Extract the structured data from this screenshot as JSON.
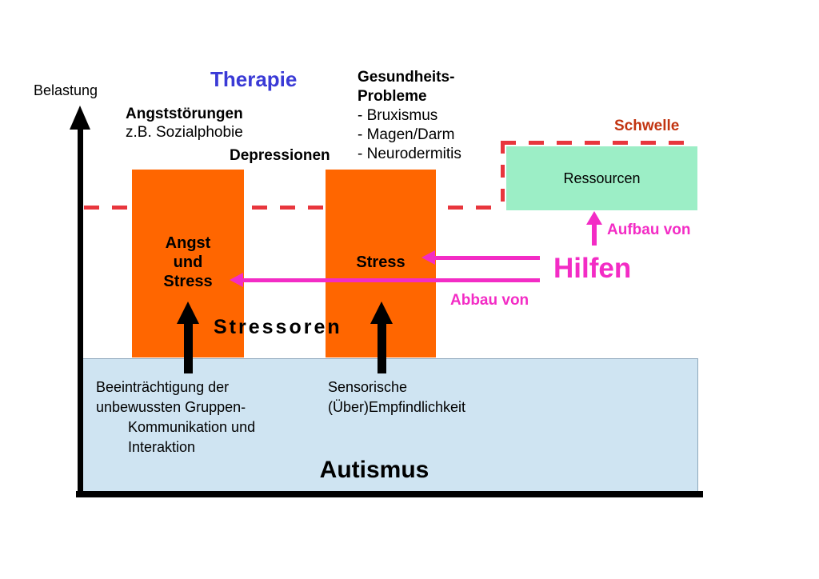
{
  "diagram": {
    "y_axis_label": "Belastung",
    "therapie_label": "Therapie",
    "anxiety": {
      "title": "Angststörungen",
      "subtitle": "z.B. Sozialphobie"
    },
    "depression_label": "Depressionen",
    "health": {
      "title_line1": "Gesundheits-",
      "title_line2": "Probleme",
      "items": [
        "- Bruxismus",
        "- Magen/Darm",
        "- Neurodermitis"
      ]
    },
    "threshold_label": "Schwelle",
    "resources_label": "Ressourcen",
    "aufbau_label": "Aufbau von",
    "hilfen_label": "Hilfen",
    "abbau_label": "Abbau von",
    "stressors_label": "Stressoren",
    "bar_angst": {
      "lines": [
        "Angst",
        "und",
        "Stress"
      ]
    },
    "bar_stress": {
      "label": "Stress"
    },
    "autism": {
      "title": "Autismus",
      "impairment_lines": [
        "Beeinträchtigung der",
        "unbewussten Gruppen-",
        "Kommunikation und",
        "Interaktion"
      ],
      "sensory_lines": [
        "Sensorische",
        "(Über)Empfindlichkeit"
      ]
    }
  },
  "colors": {
    "orange": "#FF6600",
    "mint": "#9CEEC6",
    "light_blue": "#CFE4F2",
    "magenta": "#F32CC5",
    "dash_red": "#E8363D",
    "schwelle_red": "#C23410",
    "therapie_blue": "#3A3AD6"
  }
}
